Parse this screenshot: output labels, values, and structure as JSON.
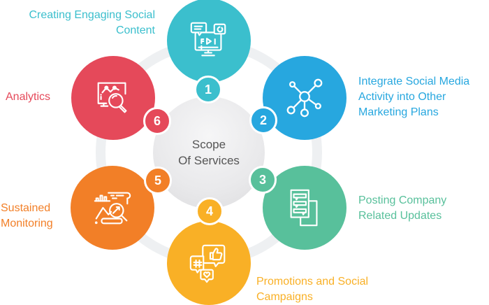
{
  "center": {
    "line1": "Scope",
    "line2": "Of Services"
  },
  "colors": {
    "teal": "#3bbfcd",
    "blue": "#27a7df",
    "green": "#58c09b",
    "yellow": "#f9b026",
    "orange": "#f27f27",
    "red": "#e5495a",
    "ring": "#eef0f2"
  },
  "items": [
    {
      "number": "1",
      "icon": "social-content-monitor-icon",
      "color": "#3bbfcd",
      "lines": [
        "Creating Engaging Social",
        "Content"
      ]
    },
    {
      "number": "2",
      "icon": "network-nodes-icon",
      "color": "#27a7df",
      "lines": [
        "Integrate Social Media",
        "Activity into Other",
        "Marketing Plans"
      ]
    },
    {
      "number": "3",
      "icon": "document-messages-icon",
      "color": "#58c09b",
      "lines": [
        "Posting Company",
        "Related Updates"
      ]
    },
    {
      "number": "4",
      "icon": "social-chat-bubbles-icon",
      "color": "#f9b026",
      "lines": [
        "Promotions and Social",
        "Campaigns"
      ]
    },
    {
      "number": "5",
      "icon": "report-magnifier-icon",
      "color": "#f27f27",
      "lines": [
        "Sustained",
        "Monitoring"
      ]
    },
    {
      "number": "6",
      "icon": "analytics-magnifier-icon",
      "color": "#e5495a",
      "lines": [
        "Analytics"
      ]
    }
  ]
}
